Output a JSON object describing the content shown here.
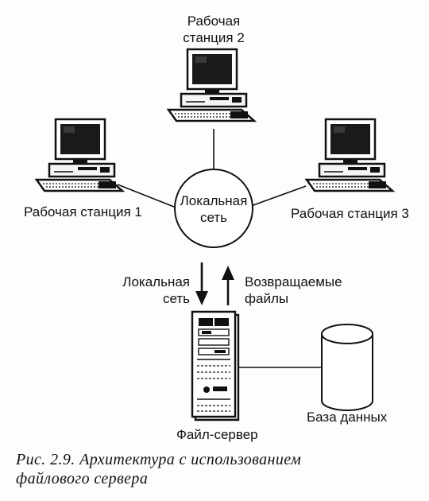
{
  "nodes": {
    "ws1": {
      "label": "Рабочая станция 1"
    },
    "ws2": {
      "label_line1": "Рабочая",
      "label_line2": "станция 2"
    },
    "ws3": {
      "label": "Рабочая станция 3"
    },
    "lan_hub": {
      "label_line1": "Локальная",
      "label_line2": "сеть"
    },
    "file_server": {
      "label": "Файл-сервер"
    },
    "database": {
      "label": "База данных"
    }
  },
  "arrows": {
    "down": {
      "label_line1": "Локальная",
      "label_line2": "сеть"
    },
    "up": {
      "label_line1": "Возвращаемые",
      "label_line2": "файлы"
    }
  },
  "caption": {
    "line1": "Рис. 2.9. Архитектура с использованием",
    "line2": "файлового сервера"
  },
  "icons": [
    "computer-icon",
    "server-icon",
    "database-icon",
    "arrow-down-icon",
    "arrow-up-icon"
  ],
  "colors": {
    "ink": "#111111",
    "paper": "#fdfdfb",
    "screen": "#1a1a1a"
  }
}
